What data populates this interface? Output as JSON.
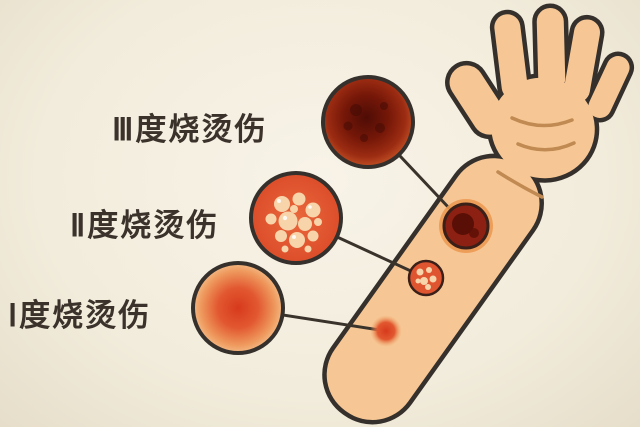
{
  "burn_levels": [
    {
      "id": "degree-3",
      "label": "Ⅲ度烧烫伤",
      "severity_color": "#7c1a0e"
    },
    {
      "id": "degree-2",
      "label": "Ⅱ度烧烫伤",
      "severity_color": "#dd4f2b"
    },
    {
      "id": "degree-1",
      "label": "Ⅰ度烧烫伤",
      "severity_color": "#e25830"
    }
  ],
  "colors": {
    "background": "#f2ecdc",
    "skin": "#f6c795",
    "outline": "#35302b",
    "text": "#3b332b",
    "blister": "#f7d4aa",
    "deep_burn": "#5a0f06"
  }
}
